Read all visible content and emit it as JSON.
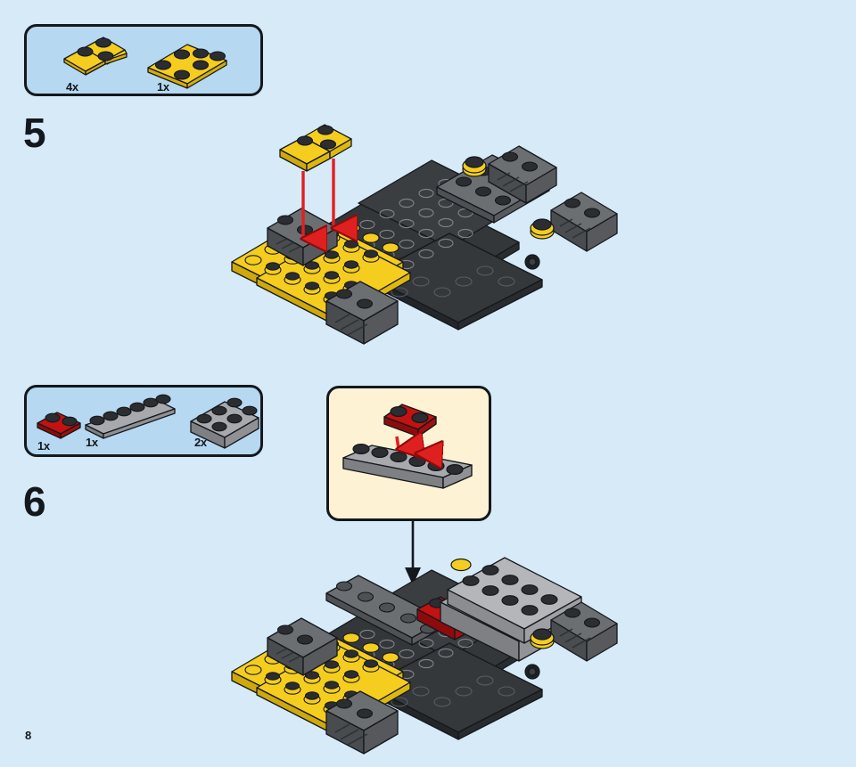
{
  "page": {
    "number": "8",
    "background_color": "#d6eaf8"
  },
  "colors": {
    "page_background": "#d6eaf8",
    "callout_fill": "#b6d8f0",
    "callout_border": "#14181c",
    "submodel_fill": "#fdf2d4",
    "lego_yellow": "#f5cd1e",
    "lego_yellow_dark": "#d4ad0c",
    "lego_red": "#c41111",
    "lego_red_dark": "#8f0b0b",
    "lego_light_gray": "#a7a9ac",
    "lego_light_gray_dark": "#87898c",
    "lego_dark_gray": "#5b5e61",
    "lego_dark_gray_shade": "#44474a",
    "lego_black": "#2b2d30",
    "arrow_red": "#e02020",
    "arrow_black": "#14181c"
  },
  "steps": [
    {
      "id": "step-5",
      "number": "5",
      "parts": [
        {
          "name": "yellow-corner-plate",
          "quantity": "4x",
          "color": "#f5cd1e",
          "shape": "2x2-corner-plate"
        },
        {
          "name": "yellow-plate-2x4",
          "quantity": "1x",
          "color": "#f5cd1e",
          "shape": "2x4-plate"
        }
      ],
      "assembly": {
        "name": "chassis-with-yellow-plates",
        "arrows": [
          {
            "name": "placement-arrow-left",
            "color": "#e02020"
          },
          {
            "name": "placement-arrow-right",
            "color": "#e02020"
          }
        ],
        "floating_piece": {
          "name": "yellow-corner-plate",
          "color": "#f5cd1e"
        }
      }
    },
    {
      "id": "step-6",
      "number": "6",
      "parts": [
        {
          "name": "red-plate-1x2",
          "quantity": "1x",
          "color": "#c41111",
          "shape": "1x2-plate"
        },
        {
          "name": "light-gray-plate-1x6",
          "quantity": "1x",
          "color": "#a7a9ac",
          "shape": "1x6-plate"
        },
        {
          "name": "light-gray-brick-2x4",
          "quantity": "2x",
          "color": "#a7a9ac",
          "shape": "2x4-brick"
        }
      ],
      "submodel": {
        "name": "submodel-red-on-gray-plate",
        "background_color": "#fdf2d4",
        "pieces": [
          {
            "name": "red-plate-1x2",
            "color": "#c41111"
          },
          {
            "name": "light-gray-plate-1x6",
            "color": "#a7a9ac"
          }
        ],
        "arrows": [
          {
            "name": "placement-arrow-left",
            "color": "#e02020"
          },
          {
            "name": "placement-arrow-right",
            "color": "#e02020"
          }
        ]
      },
      "connector_arrow": {
        "name": "submodel-connector-arrow",
        "color": "#14181c"
      },
      "assembly": {
        "name": "chassis-with-submodel-and-bricks"
      }
    }
  ]
}
